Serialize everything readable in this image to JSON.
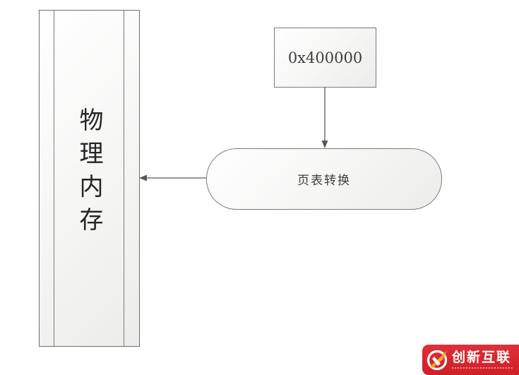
{
  "diagram": {
    "physical_memory": {
      "label": "物理内存"
    },
    "address_box": {
      "label": "0x400000"
    },
    "page_table_node": {
      "label": "页表转换"
    },
    "arrows": [
      {
        "from": "address_box",
        "to": "page_table_node",
        "direction": "down"
      },
      {
        "from": "page_table_node",
        "to": "physical_memory",
        "direction": "left"
      }
    ]
  },
  "watermark": {
    "brand": "创新互联",
    "background_color": "#d8232a",
    "swoosh_color": "#f5a623"
  },
  "colors": {
    "shape_border": "#7a7a7a",
    "shape_fill_start": "#ffffff",
    "shape_fill_end": "#ececea",
    "arrow": "#595959",
    "diagram_text": "#3d3d3d"
  }
}
